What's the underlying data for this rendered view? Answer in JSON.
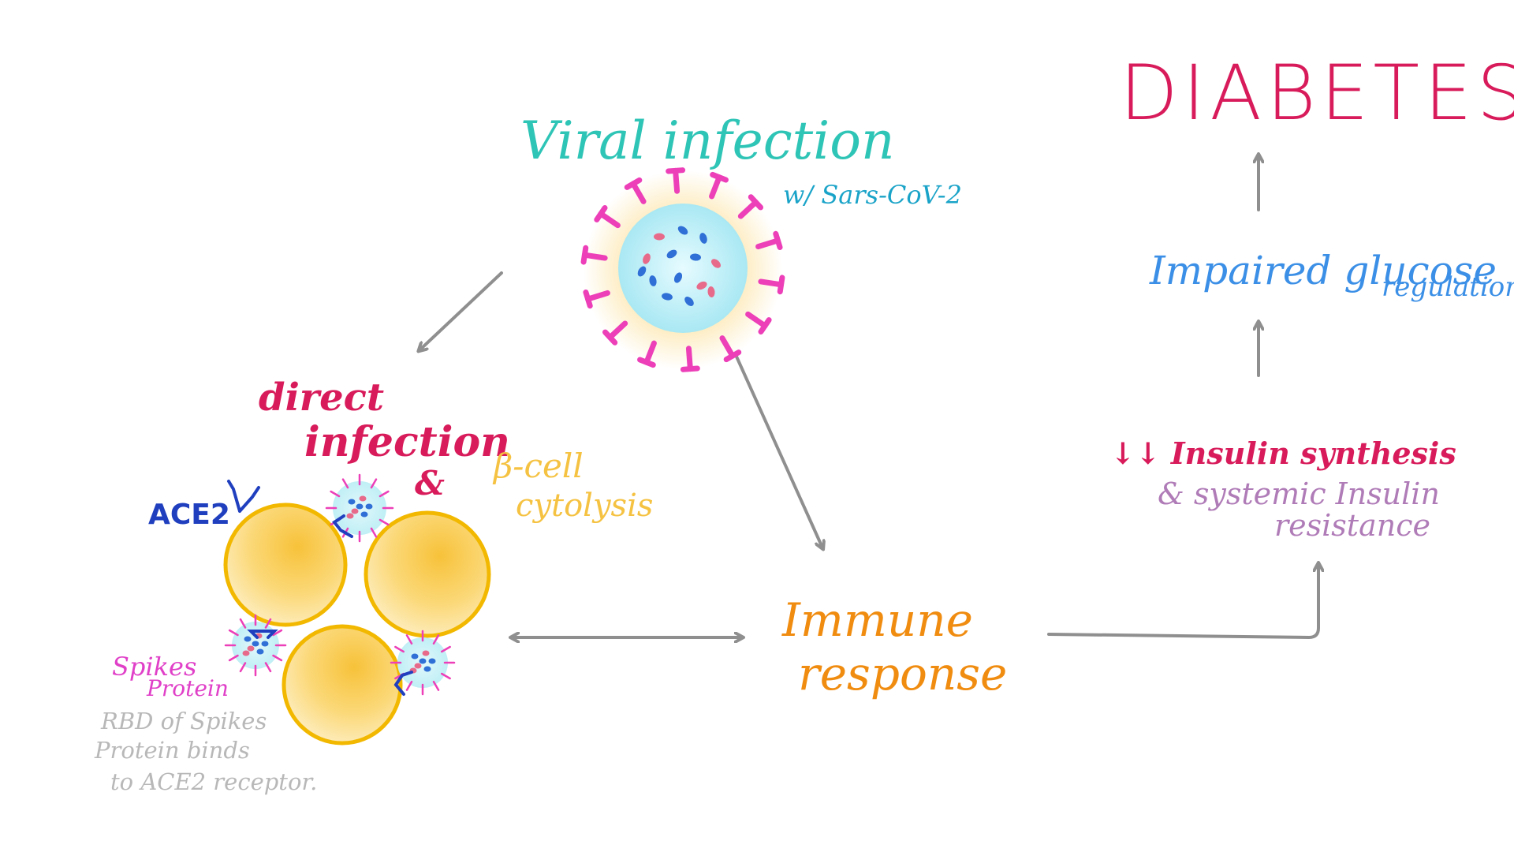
{
  "title": "DIABETES",
  "nodes": {
    "viral_infection": {
      "line1": "Viral infection",
      "line2": "w/ Sars-CoV-2"
    },
    "direct_infection": {
      "line1": "direct",
      "line2": "infection",
      "line3": "&"
    },
    "beta_cell": {
      "line1": "β-cell",
      "line2": "cytolysis"
    },
    "ace2": "ACE2",
    "spikes": {
      "line1": "Spikes",
      "line2": "Protein"
    },
    "rbd_note": {
      "line1": "RBD of Spikes",
      "line2": "Protein binds",
      "line3": "to ACE2 receptor."
    },
    "immune": {
      "line1": "Immune",
      "line2": "response"
    },
    "impaired": {
      "line1": "Impaired glucose",
      "line2": "regulation"
    },
    "insulin": {
      "line1": "↓↓ Insulin synthesis",
      "line2": "& systemic Insulin",
      "line3": "resistance"
    }
  },
  "colors": {
    "diabetes": "#d81b5a",
    "viral": "#2ec4b6",
    "sars": "#1aa3c8",
    "direct": "#d81b5a",
    "beta": "#f5c242",
    "ace2": "#1f3fbf",
    "spikes": "#e040c8",
    "rbd": "#b8b8b8",
    "immune": "#f08c10",
    "impaired": "#3b8fe6",
    "insulin_down": "#d81b5a",
    "insulin_rest": "#b07cb8",
    "arrow": "#8f8f8f",
    "cell_fill": "#f9d45c",
    "cell_stroke": "#f2b800",
    "virus_core": "#bfeff5",
    "virus_halo": "#fde7b0",
    "spike": "#ec3fb8",
    "rna_blue": "#2f6fd6",
    "rna_pink": "#e86a8a"
  }
}
